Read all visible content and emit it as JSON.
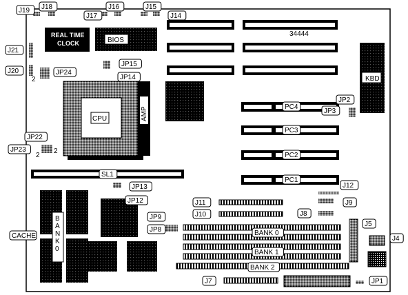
{
  "board": {
    "part_number": "34444",
    "rtc_label_line1": "REAL TIME",
    "rtc_label_line2": "CLOCK",
    "bios_label": "BIOS",
    "cpu_label": "CPU",
    "amp_label": "AMP",
    "kbd_label": "KBD",
    "cache_label": "CACHE",
    "bank0_vertical": "BANK0",
    "pin2_label": "2"
  },
  "labels": {
    "J19": "J19",
    "J18": "J18",
    "J17": "J17",
    "J16": "J16",
    "J15": "J15",
    "J14": "J14",
    "J21": "J21",
    "J20": "J20",
    "JP24": "JP24",
    "JP15": "JP15",
    "JP14": "JP14",
    "JP2": "JP2",
    "JP3": "JP3",
    "PC4": "PC4",
    "PC3": "PC3",
    "PC2": "PC2",
    "PC1": "PC1",
    "JP22": "JP22",
    "JP23": "JP23",
    "SL1": "SL1",
    "J12": "J12",
    "JP13": "JP13",
    "JP12": "JP12",
    "J11": "J11",
    "J9": "J9",
    "J10": "J10",
    "J8": "J8",
    "J5": "J5",
    "JP9": "JP9",
    "JP8": "JP8",
    "BANK0": "BANK 0",
    "BANK1": "BANK 1",
    "BANK2": "BANK 2",
    "J4": "J4",
    "J7": "J7",
    "JP1": "JP1"
  }
}
